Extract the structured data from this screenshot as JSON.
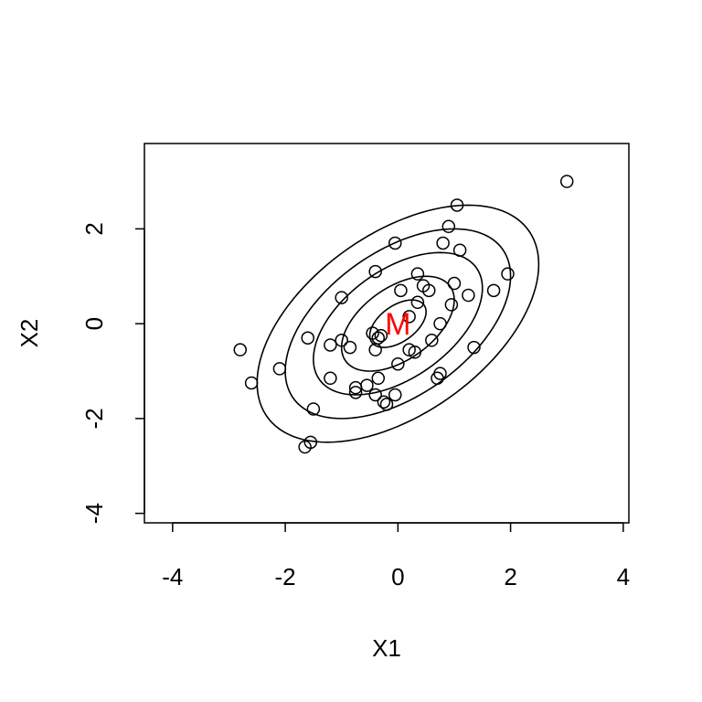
{
  "chart_data": {
    "type": "scatter",
    "title": "",
    "xlabel": "X1",
    "ylabel": "X2",
    "xlim": [
      -4.5,
      4.1
    ],
    "ylim": [
      -4.2,
      3.8
    ],
    "xticks": [
      -4,
      -2,
      0,
      2,
      4
    ],
    "yticks": [
      -4,
      -2,
      0,
      2
    ],
    "grid": false,
    "series": [
      {
        "marker": "open-circle",
        "color": "#000000",
        "points": [
          [
            3.0,
            3.0
          ],
          [
            1.05,
            2.5
          ],
          [
            0.9,
            2.05
          ],
          [
            0.8,
            1.7
          ],
          [
            1.1,
            1.55
          ],
          [
            -0.05,
            1.7
          ],
          [
            1.95,
            1.05
          ],
          [
            -0.4,
            1.1
          ],
          [
            0.35,
            1.05
          ],
          [
            1.0,
            0.85
          ],
          [
            0.45,
            0.8
          ],
          [
            0.55,
            0.7
          ],
          [
            1.7,
            0.7
          ],
          [
            0.05,
            0.7
          ],
          [
            1.25,
            0.6
          ],
          [
            -1.0,
            0.55
          ],
          [
            0.35,
            0.45
          ],
          [
            0.95,
            0.4
          ],
          [
            0.2,
            0.15
          ],
          [
            0.75,
            0.0
          ],
          [
            -0.45,
            -0.2
          ],
          [
            -0.3,
            -0.25
          ],
          [
            -0.35,
            -0.3
          ],
          [
            0.6,
            -0.35
          ],
          [
            -1.6,
            -0.3
          ],
          [
            -1.0,
            -0.35
          ],
          [
            -1.2,
            -0.45
          ],
          [
            -0.85,
            -0.5
          ],
          [
            -0.4,
            -0.55
          ],
          [
            1.35,
            -0.5
          ],
          [
            0.2,
            -0.55
          ],
          [
            0.3,
            -0.6
          ],
          [
            -2.8,
            -0.55
          ],
          [
            0.0,
            -0.85
          ],
          [
            -2.1,
            -0.95
          ],
          [
            0.75,
            -1.05
          ],
          [
            0.7,
            -1.15
          ],
          [
            -1.2,
            -1.15
          ],
          [
            -0.35,
            -1.15
          ],
          [
            -2.6,
            -1.25
          ],
          [
            -0.55,
            -1.3
          ],
          [
            -0.75,
            -1.35
          ],
          [
            -0.75,
            -1.45
          ],
          [
            -0.4,
            -1.5
          ],
          [
            -0.05,
            -1.5
          ],
          [
            -0.25,
            -1.65
          ],
          [
            -0.2,
            -1.7
          ],
          [
            -1.5,
            -1.8
          ],
          [
            -1.55,
            -2.5
          ],
          [
            -1.65,
            -2.6
          ]
        ]
      }
    ],
    "contours": {
      "center": [
        0.0,
        0.0
      ],
      "sigma_x": 1.0,
      "sigma_y": 1.0,
      "rho": 0.5,
      "levels_mahalanobis": [
        0.5,
        1.0,
        1.5,
        2.0,
        2.5
      ],
      "color": "#000000"
    },
    "center_label": {
      "text": "M",
      "x": 0.0,
      "y": 0.0,
      "color": "#ff0000"
    }
  }
}
